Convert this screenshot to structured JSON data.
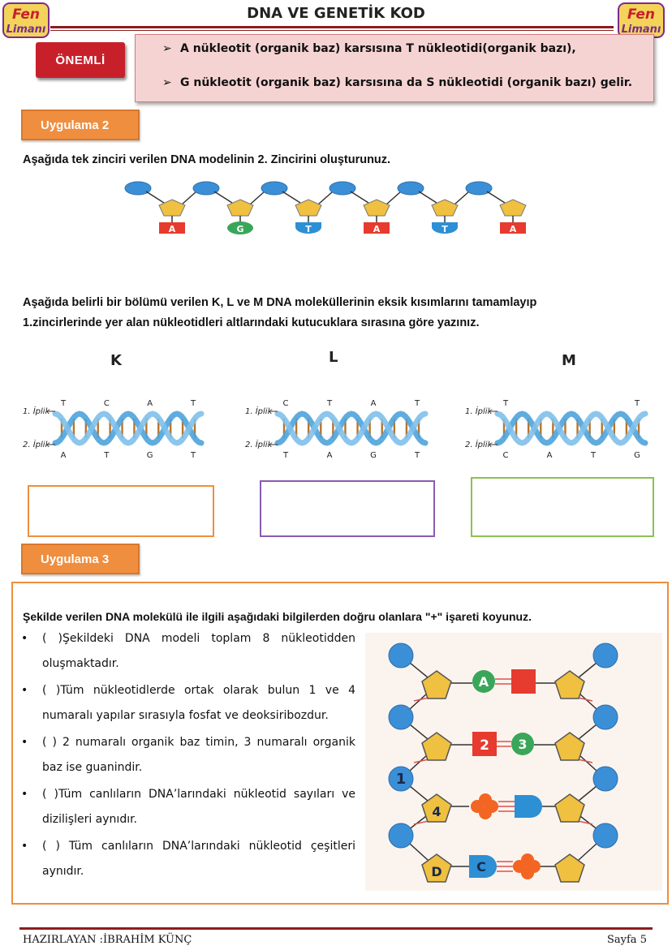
{
  "header": {
    "logo_text_line1": "Fen",
    "logo_text_line2": "Limanı",
    "title": "DNA VE  GENETİK KOD"
  },
  "important": {
    "badge": "ÖNEMLİ",
    "lines": [
      "A nükleotit (organik baz) karsısına T nükleotidi(organik bazı),",
      "G nükleotit (organik baz) karsısına da S nükleotidi (organik bazı) gelir."
    ]
  },
  "app2": {
    "tag": "Uygulama 2",
    "instruction": "Aşağıda tek zinciri verilen DNA modelinin 2. Zincirini oluşturunuz.",
    "strand_bases": [
      "A",
      "G",
      "T",
      "A",
      "T",
      "A"
    ],
    "instruction2_line1": "Aşağıda belirli bir bölümü verilen K, L ve M DNA moleküllerinin eksik kısımlarını tamamlayıp",
    "instruction2_line2": "1.zincirlerinde yer alan nükleotidleri altlarındaki kutucuklara sırasına göre yazınız.",
    "strand1_label": "1. İplik",
    "strand2_label": "2. İplik",
    "molecules": [
      {
        "name": "K",
        "top": [
          "T",
          "C",
          "A",
          "T"
        ],
        "bottom": [
          "A",
          "T",
          "G",
          "T"
        ],
        "box_color": "#ef8e3f"
      },
      {
        "name": "L",
        "top": [
          "C",
          "T",
          "A",
          "T"
        ],
        "bottom": [
          "T",
          "A",
          "G",
          "T"
        ],
        "box_color": "#8a5bb0"
      },
      {
        "name": "M",
        "top": [
          "T",
          "T"
        ],
        "bottom": [
          "C",
          "A",
          "T",
          "G"
        ],
        "box_color": "#8cc152"
      }
    ]
  },
  "app3": {
    "tag": "Uygulama 3",
    "question": "Şekilde verilen DNA molekülü ile ilgili aşağıdaki bilgilerden doğru olanlara \"+\" işareti koyunuz.",
    "statements": [
      {
        "paren": "(      )",
        "text": "Şekildeki DNA modeli toplam 8 nükleotidden oluşmaktadır."
      },
      {
        "paren": "(      )",
        "text": "Tüm nükleotidlerde ortak olarak bulun 1 ve 4 numaralı yapılar sırasıyla fosfat ve deoksiribozdur."
      },
      {
        "paren": "(      )",
        "text": "2 numaralı organik baz timin, 3 numaralı organik baz ise guanindir."
      },
      {
        "paren": "(      )",
        "text": "Tüm canlıların DNA’larındaki nükleotid sayıları ve dizilişleri aynıdır."
      },
      {
        "paren": "(      )",
        "text": "Tüm canlıların DNA’larındaki nükleotid çeşitleri aynıdır."
      }
    ],
    "figure_labels": {
      "a": "A",
      "two": "2",
      "three": "3",
      "one": "1",
      "four": "4",
      "d": "D",
      "c": "C"
    }
  },
  "footer": {
    "author": "HAZIRLAYAN :İBRAHİM KÜNÇ",
    "page": "Sayfa 5"
  },
  "colors": {
    "accent_orange": "#ef8e3f",
    "red": "#c8202b",
    "rule": "#8b1d1d",
    "phosphate_blue": "#3b8fd6",
    "sugar_yellow": "#f0c040"
  }
}
